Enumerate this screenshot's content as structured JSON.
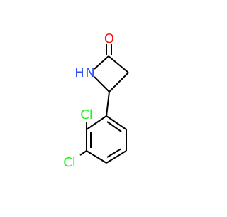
{
  "molecule": {
    "atoms": {
      "oxygen": {
        "label": "O",
        "color": "#ff0d0d"
      },
      "nitrogen": {
        "label": "N",
        "color": "#3050f8"
      },
      "hydrogen": {
        "label": "H",
        "color": "#3050f8"
      },
      "chlorine_1": {
        "label": "Cl",
        "color": "#1ff01f"
      },
      "chlorine_2": {
        "label": "Cl",
        "color": "#1ff01f"
      }
    },
    "bond_color": "#000000"
  }
}
